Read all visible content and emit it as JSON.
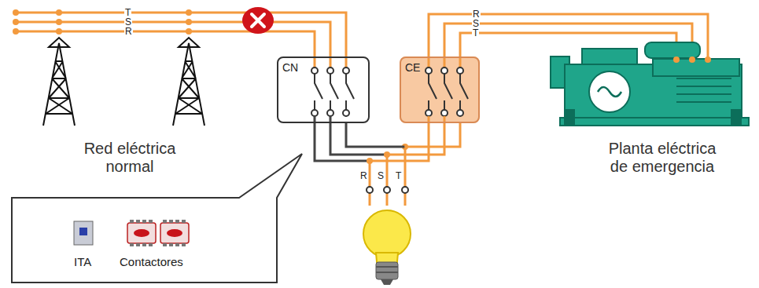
{
  "diagram": {
    "nodes": [
      {
        "text": [
          "CN"
        ]
      },
      {
        "text": [
          "CE"
        ]
      },
      {
        "text": [
          "ITA",
          "Contactores"
        ]
      }
    ],
    "edges": [
      {
        "from": 0,
        "to": 1,
        "arrow": "none"
      }
    ],
    "labels": [
      "T",
      "S",
      "R",
      "Red eléctrica normal",
      "R",
      "S",
      "T",
      "Planta eléctrica de emergencia",
      "R",
      "S",
      "T"
    ]
  }
}
